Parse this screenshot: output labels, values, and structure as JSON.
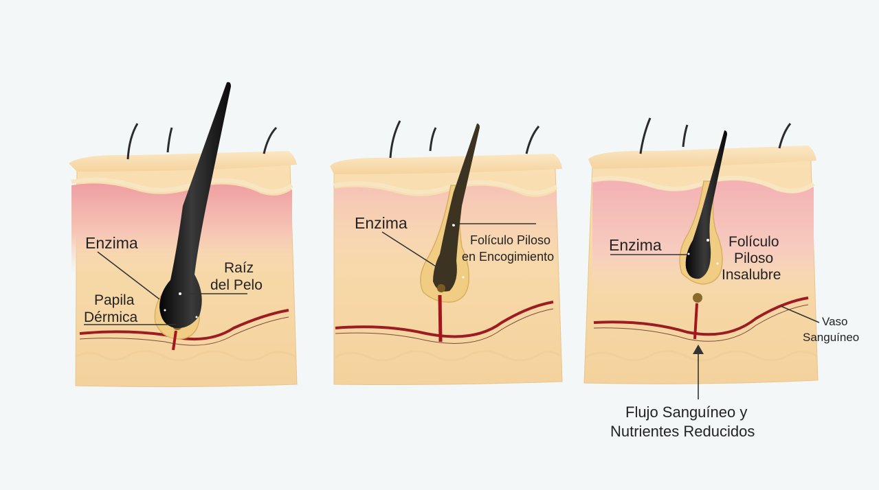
{
  "panels": [
    {
      "labels": {
        "enzyme": "Enzima",
        "papilla_l1": "Papila",
        "papilla_l2": "Dérmica",
        "root_l1": "Raíz",
        "root_l2": "del Pelo"
      }
    },
    {
      "labels": {
        "enzyme": "Enzima",
        "follicle_l1": "Folículo Piloso",
        "follicle_l2": "en Encogimiento"
      }
    },
    {
      "labels": {
        "enzyme": "Enzima",
        "follicle_l1": "Folículo",
        "follicle_l2": "Piloso",
        "follicle_l3": "Insalubre",
        "vessel_l1": "Vaso",
        "vessel_l2": "Sanguíneo",
        "flow_l1": "Flujo Sanguíneo y",
        "flow_l2": "Nutrientes Reducidos"
      }
    }
  ],
  "colors": {
    "background": "#f3f7f8",
    "skin": "#f8ddb0",
    "dermis_pink": "#f4b3b3",
    "hair": "#141414",
    "vessel": "#9b1c22",
    "sebum": "#e8c07a"
  }
}
